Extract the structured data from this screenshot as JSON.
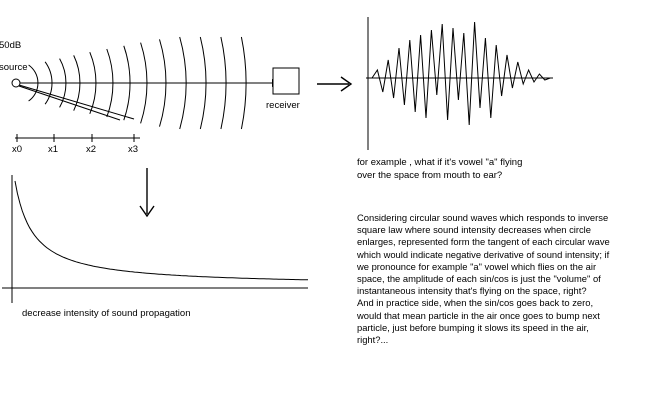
{
  "source": {
    "db_label": "50dB",
    "label": "source"
  },
  "receiver": {
    "label": "receiver"
  },
  "axis_ticks": [
    "x0",
    "x1",
    "x2",
    "x3"
  ],
  "waveform_caption": {
    "line1": "for example , what if it's vowel \"a\" flying",
    "line2": "over the space from mouth to ear?"
  },
  "decay_caption": "decrease intensity of sound propagation",
  "question": {
    "lines": [
      "Considering circular sound waves which responds to inverse",
      "square law where sound intensity decreases when circle",
      "enlarges, represented form the tangent of each circular wave",
      "which would indicate negative derivative of sound intensity; if",
      "we pronounce for example \"a\" vowel which flies on the air",
      "space, the amplitude of each sin/cos is just the \"volume\" of",
      "instantaneous intensity that's flying on the space, right?",
      "And in practice side, when the sin/cos goes back to zero,",
      "would that mean particle in the air once goes to bump next",
      "particle, just before bumping it slows its speed in the air,",
      "right?..."
    ]
  },
  "colors": {
    "ink": "#000000",
    "background": "#ffffff"
  }
}
